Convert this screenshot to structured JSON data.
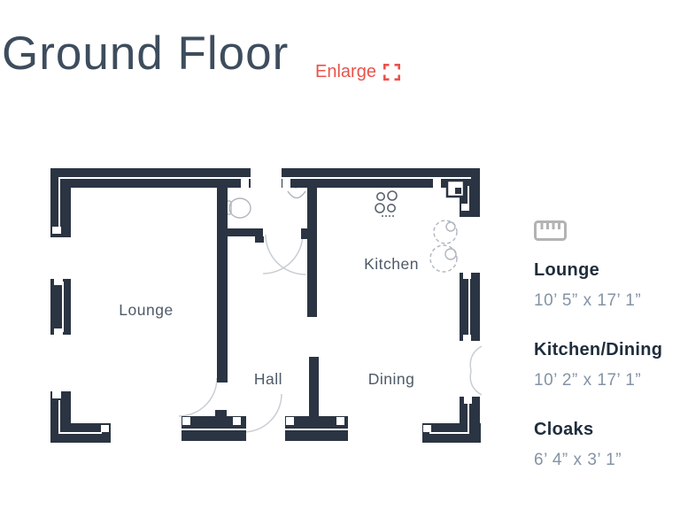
{
  "header": {
    "title": "Ground Floor",
    "enlarge_label": "Enlarge"
  },
  "floorplan": {
    "rooms": [
      {
        "name": "Lounge"
      },
      {
        "name": "Kitchen"
      },
      {
        "name": "Hall"
      },
      {
        "name": "Dining"
      }
    ],
    "fixtures": [
      "toilet",
      "basin",
      "hob",
      "sink-unit",
      "worktop-circles"
    ]
  },
  "legend": {
    "items": [
      {
        "name": "Lounge",
        "dimensions": "10’ 5” x 17’ 1”"
      },
      {
        "name": "Kitchen/Dining",
        "dimensions": "10’ 2” x 17’ 1”"
      },
      {
        "name": "Cloaks",
        "dimensions": "6’ 4” x 3’ 1”"
      }
    ]
  },
  "colors": {
    "wall": "#2b3442",
    "title": "#3e4d5d",
    "accent": "#e8544c",
    "room-label": "#4d5a68",
    "legend-name": "#1f2d3c",
    "legend-dims": "#8493a5",
    "ruler": "#b3b3b3",
    "arc": "#c9ced3",
    "symbol": "#aeb6be",
    "symbol-dark": "#59646f"
  }
}
